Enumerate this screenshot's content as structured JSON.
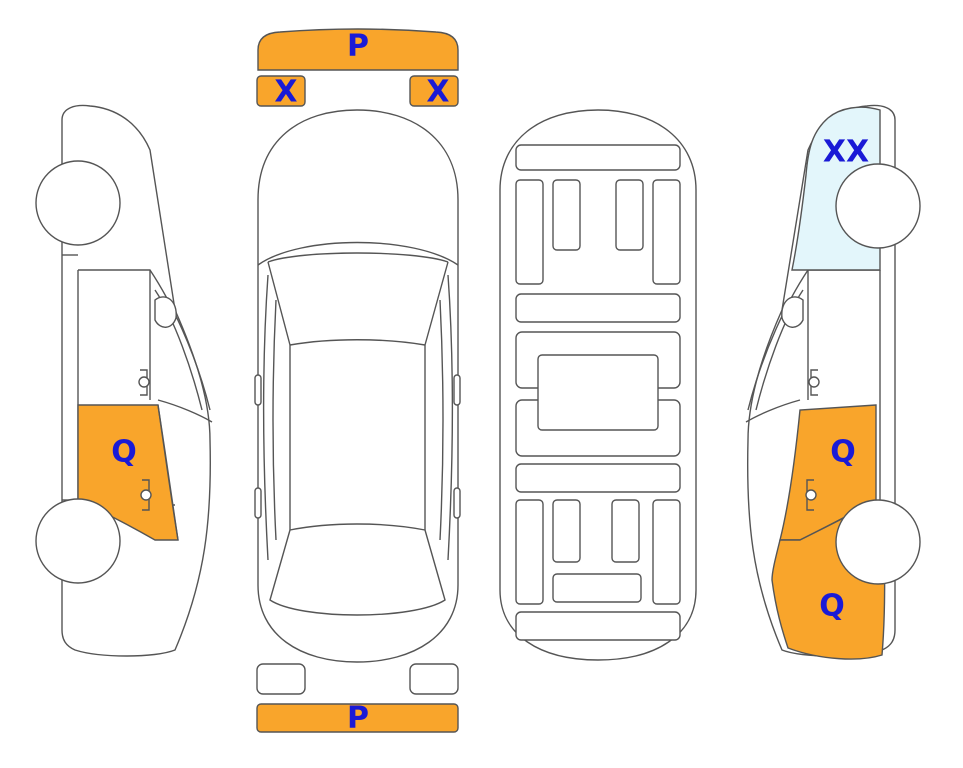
{
  "colors": {
    "damage_fill": "#f9a52b",
    "highlight_fill": "#e3f6fb",
    "code_text": "#1a1ad6",
    "outline": "#555555"
  },
  "codes": {
    "front_bumper": "P",
    "front_left_light": "X",
    "front_right_light": "X",
    "rear_bumper": "P",
    "left_front_door": "Q",
    "right_front_fender": "XX",
    "right_rear_door": "Q",
    "right_rear_quarter": "Q"
  }
}
